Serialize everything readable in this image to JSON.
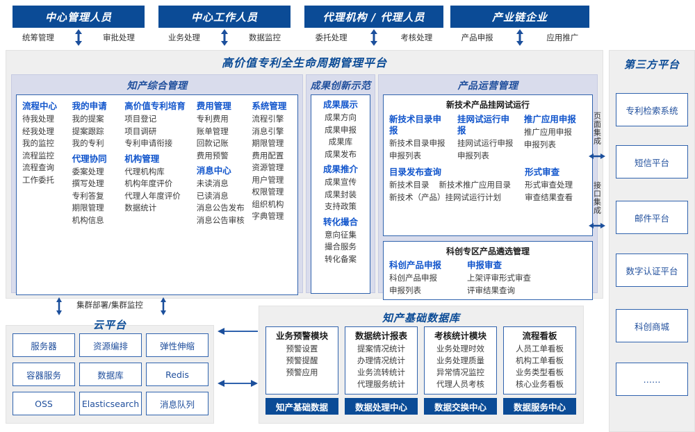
{
  "roles": [
    {
      "title": "中心管理人员",
      "left": "统筹管理",
      "right": "审批处理"
    },
    {
      "title": "中心工作人员",
      "left": "业务处理",
      "right": "数据监控"
    },
    {
      "title": "代理机构 / 代理人员",
      "left": "委托处理",
      "right": "考核处理"
    },
    {
      "title": "产业链企业",
      "left": "产品申报",
      "right": "应用推广"
    }
  ],
  "platform": {
    "title": "高价值专利全生命周期管理平台",
    "groups": {
      "ip_management": {
        "title": "知产综合管理",
        "columns": [
          {
            "items": [
              {
                "t": "流程中心",
                "h": true
              },
              {
                "t": "待我处理",
                "h": false
              },
              {
                "t": "经我处理",
                "h": false
              },
              {
                "t": "我的监控",
                "h": false
              },
              {
                "t": "流程监控",
                "h": false
              },
              {
                "t": "流程查询",
                "h": false
              },
              {
                "t": "工作委托",
                "h": false
              }
            ]
          },
          {
            "items": [
              {
                "t": "我的申请",
                "h": true
              },
              {
                "t": "我的提案",
                "h": false
              },
              {
                "t": "提案跟踪",
                "h": false
              },
              {
                "t": "我的专利",
                "h": false
              },
              {
                "t": "代理协同",
                "h": true
              },
              {
                "t": "委案处理",
                "h": false
              },
              {
                "t": "撰写处理",
                "h": false
              },
              {
                "t": "专利答复",
                "h": false
              },
              {
                "t": "期限管理",
                "h": false
              },
              {
                "t": "机构信息",
                "h": false
              }
            ]
          },
          {
            "items": [
              {
                "t": "高价值专利培育",
                "h": true
              },
              {
                "t": "项目登记",
                "h": false
              },
              {
                "t": "项目调研",
                "h": false
              },
              {
                "t": "专利申请衔接",
                "h": false
              },
              {
                "t": "机构管理",
                "h": true
              },
              {
                "t": "代理机构库",
                "h": false
              },
              {
                "t": "机构年度评价",
                "h": false
              },
              {
                "t": "代理人年度评价",
                "h": false
              },
              {
                "t": "数据统计",
                "h": false
              }
            ]
          },
          {
            "items": [
              {
                "t": "费用管理",
                "h": true
              },
              {
                "t": "专利费用",
                "h": false
              },
              {
                "t": "账单管理",
                "h": false
              },
              {
                "t": "回款记账",
                "h": false
              },
              {
                "t": "费用预警",
                "h": false
              },
              {
                "t": "消息中心",
                "h": true
              },
              {
                "t": "未读消息",
                "h": false
              },
              {
                "t": "已读消息",
                "h": false
              },
              {
                "t": "消息公告发布",
                "h": false
              },
              {
                "t": "消息公告审核",
                "h": false
              }
            ]
          },
          {
            "items": [
              {
                "t": "系统管理",
                "h": true
              },
              {
                "t": "流程引擎",
                "h": false
              },
              {
                "t": "消息引擎",
                "h": false
              },
              {
                "t": "期限管理",
                "h": false
              },
              {
                "t": "费用配置",
                "h": false
              },
              {
                "t": "资源管理",
                "h": false
              },
              {
                "t": "用户管理",
                "h": false
              },
              {
                "t": "权限管理",
                "h": false
              },
              {
                "t": "组织机构",
                "h": false
              },
              {
                "t": "字典管理",
                "h": false
              }
            ]
          }
        ]
      },
      "achievement": {
        "title": "成果创新示范",
        "columns": [
          {
            "items": [
              {
                "t": "成果展示",
                "h": true
              },
              {
                "t": "成果方向",
                "h": false
              },
              {
                "t": "成果申报",
                "h": false
              },
              {
                "t": "成果库",
                "h": false
              },
              {
                "t": "成果发布",
                "h": false
              },
              {
                "t": "成果推介",
                "h": true
              },
              {
                "t": "成果宣传",
                "h": false
              },
              {
                "t": "成果封装",
                "h": false
              },
              {
                "t": "支持政策",
                "h": false
              },
              {
                "t": "转化撮合",
                "h": true
              },
              {
                "t": "意向征集",
                "h": false
              },
              {
                "t": "撮合服务",
                "h": false
              },
              {
                "t": "转化备案",
                "h": false
              }
            ]
          }
        ]
      },
      "product_ops": {
        "title": "产品运营管理",
        "sub_cards": [
          {
            "title": "新技术产品挂网试运行",
            "row1": [
              {
                "head": "新技术目录申报",
                "items": [
                  "新技术目录申报",
                  "申报列表"
                ]
              },
              {
                "head": "挂网试运行申报",
                "items": [
                  "挂网试运行申报",
                  "申报列表"
                ]
              },
              {
                "head": "推广应用申报",
                "items": [
                  "推广应用申报",
                  "申报列表"
                ]
              }
            ],
            "row2_left": {
              "head": "目录发布查询",
              "items": [
                "新技术目录",
                "新技术推广应用目录",
                "新技术（产品）挂网试运行计划"
              ]
            },
            "row2_right": {
              "head": "形式审查",
              "items": [
                "形式审查处理",
                "审查结果查看"
              ]
            }
          },
          {
            "title": "科创专区产品遴选管理",
            "row1": [
              {
                "head": "科创产品申报",
                "items": [
                  "科创产品申报",
                  "申报列表"
                ]
              },
              {
                "head": "申报审查",
                "items": [
                  "上架评审形式审查",
                  "评审结果查询"
                ]
              }
            ]
          }
        ]
      }
    }
  },
  "integration": {
    "page_integration": "页面集成",
    "api_integration": "接口集成"
  },
  "third_party": {
    "title": "第三方平台",
    "items": [
      "专利检索系统",
      "短信平台",
      "邮件平台",
      "数字认证平台",
      "科创商城",
      "……"
    ]
  },
  "cloud": {
    "cluster_label": "集群部署/集群监控",
    "title": "云平台",
    "cells": [
      "服务器",
      "资源编排",
      "弹性伸缩",
      "容器服务",
      "数据库",
      "Redis",
      "OSS",
      "Elasticsearch",
      "消息队列"
    ]
  },
  "database": {
    "title": "知产基础数据库",
    "cards": [
      {
        "head": "业务预警模块",
        "items": [
          "预警设置",
          "预警提醒",
          "预警应用"
        ],
        "foot": "知产基础数据"
      },
      {
        "head": "数据统计报表",
        "items": [
          "提案情况统计",
          "办理情况统计",
          "业务流转统计",
          "代理服务统计"
        ],
        "foot": "数据处理中心"
      },
      {
        "head": "考核统计模块",
        "items": [
          "业务处理时效",
          "业务处理质量",
          "异常情况监控",
          "代理人员考核"
        ],
        "foot": "数据交换中心"
      },
      {
        "head": "流程看板",
        "items": [
          "人员工单看板",
          "机构工单看板",
          "业务类型看板",
          "核心业务看板"
        ],
        "foot": "数据服务中心"
      }
    ]
  },
  "colors": {
    "brand_blue": "#0B4B96",
    "accent_blue": "#1155CC",
    "panel_gray": "#EFEFEF",
    "lavender": "#D9DCEC",
    "card_border": "#2F62AD"
  }
}
